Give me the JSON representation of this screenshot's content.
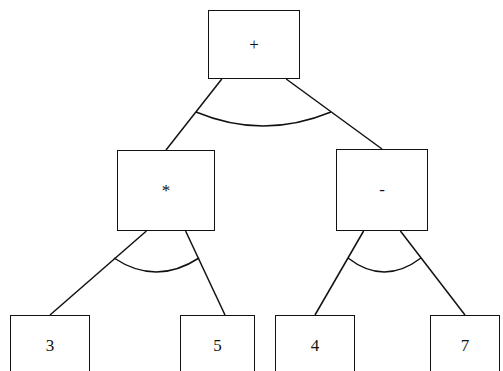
{
  "diagram": {
    "nodes": [
      {
        "text": [
          "+"
        ]
      },
      {
        "text": [
          "*"
        ]
      },
      {
        "text": [
          "-"
        ]
      },
      {
        "text": [
          "3"
        ]
      },
      {
        "text": [
          "5"
        ]
      },
      {
        "text": [
          "4"
        ]
      },
      {
        "text": [
          "7"
        ]
      }
    ],
    "edges": [
      {
        "from": 0,
        "to": 1,
        "arrow": "none"
      },
      {
        "from": 0,
        "to": 2,
        "arrow": "none"
      },
      {
        "from": 1,
        "to": 3,
        "arrow": "none"
      },
      {
        "from": 1,
        "to": 4,
        "arrow": "none"
      },
      {
        "from": 2,
        "to": 5,
        "arrow": "none"
      },
      {
        "from": 2,
        "to": 6,
        "arrow": "none"
      }
    ]
  }
}
